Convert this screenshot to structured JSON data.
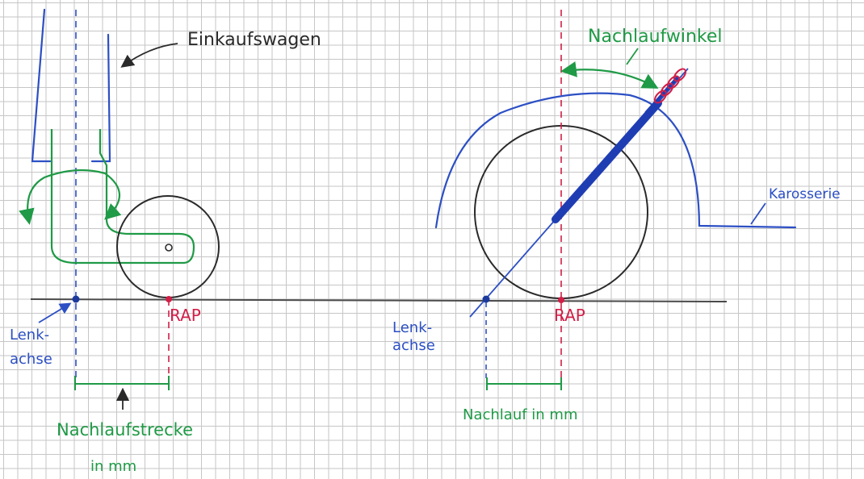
{
  "labels": {
    "einkaufswagen": "Einkaufswagen",
    "nachlaufwinkel": "Nachlaufwinkel",
    "karosserie": "Karosserie",
    "left_lenk_1": "Lenk-",
    "left_lenk_2": "achse",
    "left_rap": "RAP",
    "nachlaufstrecke": "Nachlaufstrecke",
    "in_mm": "in mm",
    "right_lenk_1": "Lenk-",
    "right_lenk_2": "achse",
    "right_rap": "RAP",
    "nachlauf_in_mm": "Nachlauf in mm"
  },
  "colors": {
    "ink_blue": "#2c4fc4",
    "ink_green": "#1f9a46",
    "ink_red": "#d11f47",
    "ink_black": "#2a2a2a",
    "grid": "#c6c6c6"
  }
}
